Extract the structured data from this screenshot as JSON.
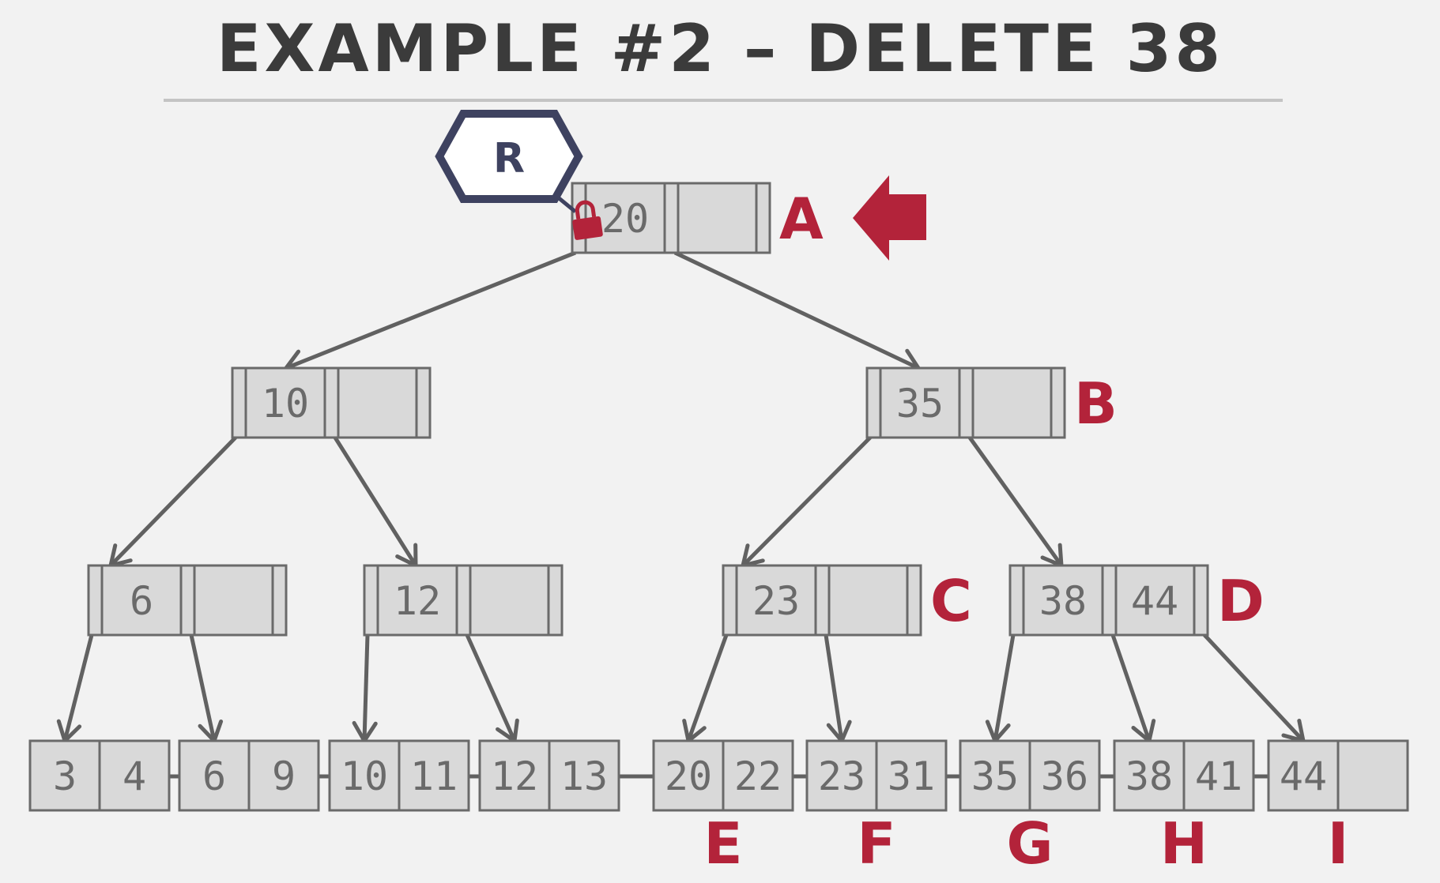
{
  "title": "EXAMPLE #2 – DELETE 38",
  "colors": {
    "background": "#f2f2f2",
    "node_fill": "#d9d9d9",
    "stroke": "#616161",
    "accent_red": "#b3233a",
    "root_hex": "#3e4260"
  },
  "root_pointer": {
    "label": "R",
    "icon": "hexagon"
  },
  "lock_icon": "padlock-icon",
  "arrow_icon": "left-arrow-icon",
  "inner_nodes": [
    {
      "id": "A",
      "label": "A",
      "keys": [
        "20",
        ""
      ]
    },
    {
      "id": "L",
      "label": "",
      "keys": [
        "10",
        ""
      ]
    },
    {
      "id": "B",
      "label": "B",
      "keys": [
        "35",
        ""
      ]
    },
    {
      "id": "N6",
      "label": "",
      "keys": [
        "6",
        ""
      ]
    },
    {
      "id": "N12",
      "label": "",
      "keys": [
        "12",
        ""
      ]
    },
    {
      "id": "C",
      "label": "C",
      "keys": [
        "23",
        ""
      ]
    },
    {
      "id": "D",
      "label": "D",
      "keys": [
        "38",
        "44"
      ]
    }
  ],
  "leaves": [
    {
      "id": "L1",
      "label": "",
      "keys": [
        "3",
        "4"
      ]
    },
    {
      "id": "L2",
      "label": "",
      "keys": [
        "6",
        "9"
      ]
    },
    {
      "id": "L3",
      "label": "",
      "keys": [
        "10",
        "11"
      ]
    },
    {
      "id": "L4",
      "label": "",
      "keys": [
        "12",
        "13"
      ]
    },
    {
      "id": "E",
      "label": "E",
      "keys": [
        "20",
        "22"
      ]
    },
    {
      "id": "F",
      "label": "F",
      "keys": [
        "23",
        "31"
      ]
    },
    {
      "id": "G",
      "label": "G",
      "keys": [
        "35",
        "36"
      ]
    },
    {
      "id": "H",
      "label": "H",
      "keys": [
        "38",
        "41"
      ]
    },
    {
      "id": "I",
      "label": "I",
      "keys": [
        "44",
        ""
      ]
    }
  ]
}
